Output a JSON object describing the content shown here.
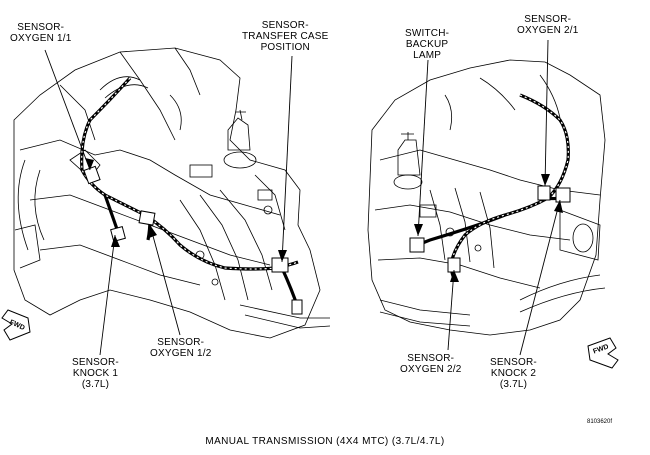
{
  "callouts": {
    "oxygen_1_1": [
      "SENSOR-",
      "OXYGEN 1/1"
    ],
    "transfer_case": [
      "SENSOR-",
      "TRANSFER CASE",
      "POSITION"
    ],
    "backup_lamp": [
      "SWITCH-",
      "BACKUP",
      "LAMP"
    ],
    "oxygen_2_1": [
      "SENSOR-",
      "OXYGEN 2/1"
    ],
    "knock_1": [
      "SENSOR-",
      "KNOCK 1",
      "(3.7L)"
    ],
    "oxygen_1_2": [
      "SENSOR-",
      "OXYGEN 1/2"
    ],
    "oxygen_2_2": [
      "SENSOR-",
      "OXYGEN 2/2"
    ],
    "knock_2": [
      "SENSOR-",
      "KNOCK 2",
      "(3.7L)"
    ]
  },
  "caption": "MANUAL TRANSMISSION    (4X4 MTC)  (3.7L/4.7L)",
  "figure_id": "8103620f",
  "arrows": {
    "left_label": "FWD",
    "right_label": "FWD"
  }
}
